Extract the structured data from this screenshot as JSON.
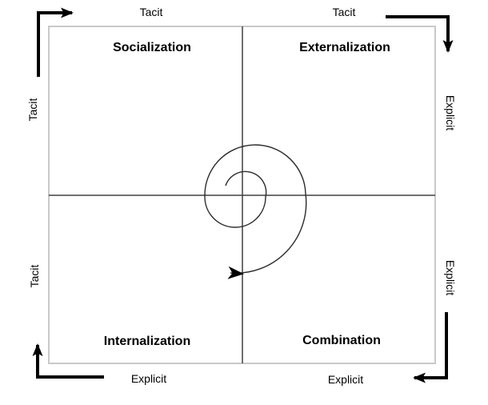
{
  "diagram": {
    "quadrants": {
      "top_left": "Socialization",
      "top_right": "Externalization",
      "bottom_left": "Internalization",
      "bottom_right": "Combination"
    },
    "edge_labels": {
      "top_left": "Tacit",
      "top_right": "Tacit",
      "left_upper": "Tacit",
      "left_lower": "Tacit",
      "right_upper": "Explicit",
      "right_lower": "Explicit",
      "bottom_left": "Explicit",
      "bottom_right": "Explicit"
    },
    "colors": {
      "background": "#ffffff",
      "box_border": "#c9c9c9",
      "axis_line": "#414141",
      "spiral_line": "#2b2b2b",
      "arrow": "#000000",
      "text": "#000000"
    }
  }
}
